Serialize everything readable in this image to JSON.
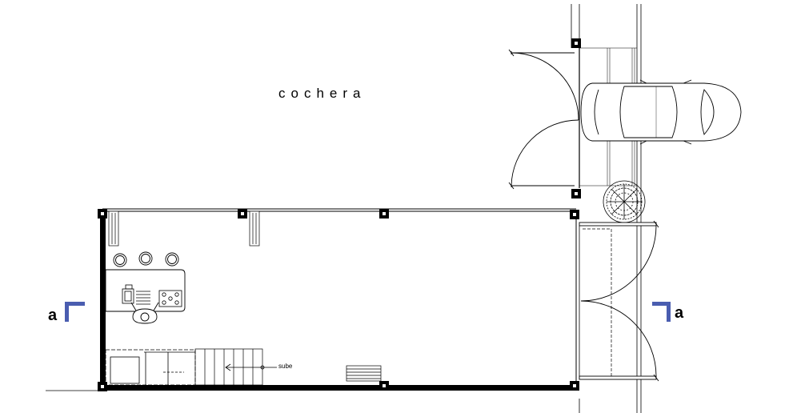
{
  "labels": {
    "garage": "cochera",
    "stair_direction": "sube",
    "section_left": "a",
    "section_right": "a"
  },
  "colors": {
    "line": "#000000",
    "section_marker": "#4a5db0"
  },
  "icons": [
    "car-icon",
    "tree-icon",
    "bar-stool-icon",
    "person-at-counter-icon",
    "sink-icon",
    "stove-icon",
    "stair-arrow-icon"
  ]
}
